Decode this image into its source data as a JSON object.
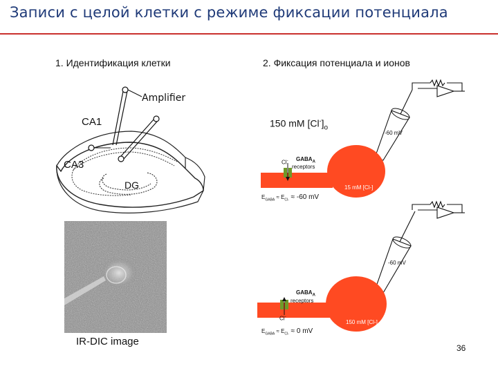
{
  "slide": {
    "title": "Записи с целой клетки с режиме фиксации потенциала",
    "page_number": "36"
  },
  "section1": {
    "heading": "1. Идентификация клетки",
    "amplifier": "Amplifier",
    "ca1": "CA1",
    "ca3": "CA3",
    "dg": "DG",
    "image_caption": "IR-DIC image"
  },
  "section2": {
    "heading": "2. Фиксация потенциала и ионов",
    "concentration_out": "150 mM [Cl",
    "concentration_sup": "-",
    "concentration_close": "]",
    "concentration_sub": "o",
    "top": {
      "hold_voltage": "-60 mV",
      "cl_label": "Cl",
      "cl_sup": "-",
      "gaba_label": "GABA",
      "gaba_sub": "A",
      "receptors": "receptors",
      "pipette_conc": "15 mM [Cl-]",
      "e_label": "E",
      "e_sub1": "GABA",
      "e_mid": " ≈ E",
      "e_sub2": "Cl-",
      "e_value": " ≈ -60 mV"
    },
    "bottom": {
      "hold_voltage": "-60 mV",
      "cl_label": "Cl",
      "cl_sup": "-",
      "gaba_label": "GABA",
      "gaba_sub": "A",
      "receptors": "receptors",
      "pipette_conc": "150 mM [Cl-]",
      "e_label": "E",
      "e_sub1": "GABA",
      "e_mid": " ≈ E",
      "e_sub2": "Cl-",
      "e_value": " ≈ 0 mV"
    }
  },
  "colors": {
    "title": "#1f3a78",
    "rule": "#c9302c",
    "cell": "#ff4a22",
    "receptor": "#6f9a2a"
  }
}
